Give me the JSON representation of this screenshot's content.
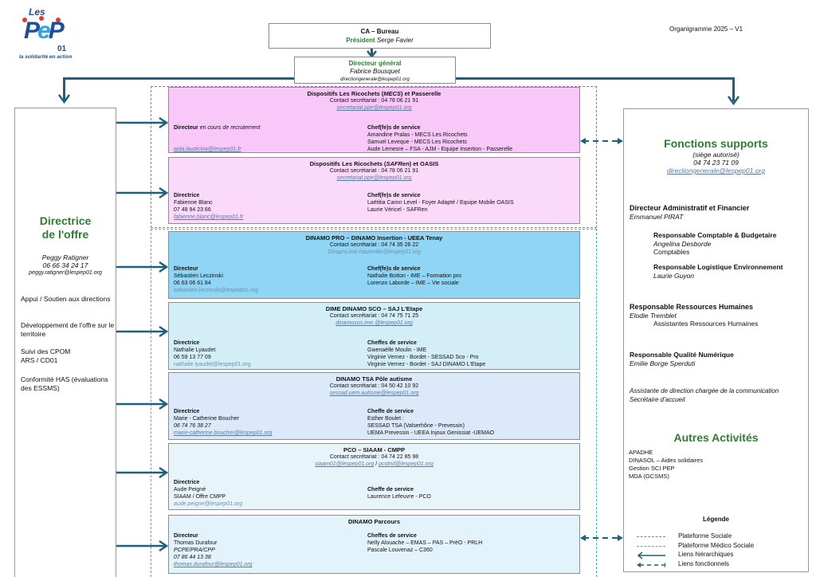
{
  "logo": {
    "top": "Les",
    "main": "PEP",
    "number": "01",
    "tagline": "la solidarité en action"
  },
  "version": "Organigramme 2025 – V1",
  "ca": {
    "title": "CA – Bureau",
    "president_label": "Président",
    "president_name": "Serge Favier"
  },
  "dg": {
    "title": "Directeur général",
    "name": "Fabrice Bousquet",
    "email": "directiongenerale@lespep01.org"
  },
  "left_panel": {
    "title_line1": "Directrice",
    "title_line2": "de l'offre",
    "name": "Peggy Ratigner",
    "phone": "06 66 34 24 17",
    "email": "peggy.ratigner@lespep01.org",
    "responsibilities": [
      "Appui / Soutien aux directions",
      "Développement de l'offre sur le territoire",
      "Suivi des CPOM\n ARS / CD01",
      "Conformité HAS (évaluations des ESSMS)"
    ]
  },
  "establishments": [
    {
      "title_pre": "Dispositifs Les Ricochets (",
      "title_em": "MECS",
      "title_post": ") et Passerelle",
      "contact": "Contact secrétariat : 04 78 06 21 91",
      "email": "secretariat.ppe@lespep01.org",
      "director_role": "Directeur",
      "director_note": "en cours de recrutement",
      "director_name": "",
      "director_extra": "",
      "director_phone": "",
      "director_email": "aida.laudicina@lespep01.fr",
      "chiefs_role": "Chef(fe)s de service",
      "chiefs": [
        "Amandine Pralas - MECS Les Ricochets",
        "Samuel Leveque - MECS Les Ricochets",
        "Aude Lemesre – FSA - AJM - Equipe Insertion - Passerelle"
      ]
    },
    {
      "title_pre": "Dispositifs Les Ricochets (",
      "title_em": "SAFRen",
      "title_post": ") et OASIS",
      "contact": "Contact secrétariat : 04 78 06 21 91",
      "email": "secretariat.ppe@lespep01.org",
      "director_role": "Directrice",
      "director_note": "",
      "director_name": "Fabienne Blanc",
      "director_extra": "",
      "director_phone": "07 48 94 23 66",
      "director_email": "fabienne.blanc@lespep01.fr",
      "chiefs_role": "Chef(fe)s de service",
      "chiefs": [
        "Laëtitia Caron Level - Foyer Adapté / Equipe Mobile OASIS",
        "Laurie Véricel - SAFRen"
      ]
    },
    {
      "title_pre": "DINAMO PRO – DINAMO Insertion - UEEA Tenay",
      "title_em": "",
      "title_post": "",
      "contact": "Contact secrétariat : 04 74 35 26 22",
      "email": "Dinapro.ime.hauteville@lespep01.org",
      "director_role": "Directeur",
      "director_note": "",
      "director_name": "Sébastien Leczinski",
      "director_extra": "",
      "director_phone": "06 63 06 61 84",
      "director_email": "sebastien.leczinski@lespep01.org",
      "chiefs_role": "Chef(fe)s de service",
      "chiefs": [
        "Nathalie Botton - IME – Formation pro",
        "Lorenzo Laborde – IME – Vie sociale"
      ]
    },
    {
      "title_pre": "DIME DINAMO SCO – SAJ L'Etape",
      "title_em": "",
      "title_post": "",
      "contact": "Contact secrétariat : 04 74 75 71 25",
      "email": "dinamosco.ime.@lespep01.org",
      "director_role": "Directrice",
      "director_note": "",
      "director_name": "Nathalie Lyaudet",
      "director_extra": "",
      "director_phone": "06 59 13 77 09",
      "director_email": "nathalie.lyaudet@lespep01.org",
      "chiefs_role": "Cheffes de service",
      "chiefs": [
        "Gwenaëlle Moulin - IME",
        "Virginie Vernez - Bordet - SESSAD Sco - Pro",
        "Virginie Vernez - Bordet - SAJ DINAMO L'Etape"
      ]
    },
    {
      "title_pre": "DINAMO TSA Pôle autisme",
      "title_em": "",
      "title_post": "",
      "contact": "Contact secrétariat : 04 50 42 10 92",
      "email": "sessad.uem.autisme@lespep01.org",
      "director_role": "Directrice",
      "director_note": "",
      "director_name": "Marie - Catherine Boucher",
      "director_extra": "",
      "director_phone": "06 74 76 38 27",
      "director_email": "marie-catherine.boucher@lespep01.org",
      "chiefs_role": "Cheffe de service",
      "chiefs": [
        "Esther Boulet :",
        "SESSAD TSA (Valserhône - Prevessin)",
        "UEMA Prevessin - UEEA Injoux Genissiat -UEMAO"
      ]
    },
    {
      "title_pre": "PCO – SIAAM - CMPP",
      "title_em": "",
      "title_post": "",
      "contact": "Contact secrétariat : 04 74 22 85 98",
      "email": "siaam01@lespep01.org",
      "email2": "pcotnd@lespep01.org",
      "director_role": "Directrice",
      "director_note": "",
      "director_name": "Aude Peigné",
      "director_extra": "SIAAM / Offre CMPP",
      "director_phone": "",
      "director_email": "aude.peigne@lespep01.org",
      "chiefs_role": "Cheffe de service",
      "chiefs": [
        "Laurence Lefeuvre - PCO"
      ]
    },
    {
      "title_pre": "DINAMO Parcours",
      "title_em": "",
      "title_post": "",
      "contact": "",
      "email": "",
      "director_role": "Directeur",
      "director_note": "",
      "director_name": "Thomas Durafour",
      "director_extra": "PCPE/PRA/CPP",
      "director_phone": "07 86 44 13 38",
      "director_email": "thomas.durafour@lespep01.org",
      "chiefs_role": "Cheffes de service",
      "chiefs": [
        "Nelly Alouache – EMAS – PAS – PréO - PRLH",
        "Pascale Louvenaz – C360"
      ]
    }
  ],
  "right_panel": {
    "title": "Fonctions supports",
    "subtitle": "(siège autorisé)",
    "phone": "04 74 23 71 09",
    "email": "directiongenerale@lespep01.org",
    "daf_title": "Directeur Administratif et Financier",
    "daf_name": "Emmanuel PIRAT",
    "rcb_title": "Responsable Comptable & Budgetaire",
    "rcb_name": "Angelina Desborde",
    "rcb_team": "Comptables",
    "rle_title": "Responsable Logistique Environnement",
    "rle_name": "Laurie Guyon",
    "rrh_title": "Responsable Ressources Humaines",
    "rrh_name": "Elodie Tremblet",
    "rrh_team": "Assistantes Ressources Humaines",
    "rqn_title": "Responsable Qualité Numérique",
    "rqn_name": "Emilie Borge Sperduti",
    "assistant1": "Assistante de direction chargée de la communication",
    "assistant2": "Secrétaire d'accueil",
    "other_title": "Autres Activités",
    "other_items": [
      "APADHE",
      "DINASOL – Aides solidaires",
      "Gestion SCI PEP",
      "MDA (GCSMS)"
    ]
  },
  "legend": {
    "title": "Légende",
    "items": [
      {
        "label": "Plateforme Sociale",
        "style": "dotted",
        "color": "#9c6fb0"
      },
      {
        "label": "Plateforme Médico Sociale",
        "style": "dotted",
        "color": "#3fb0d8"
      },
      {
        "label": "Liens hiérarchiques",
        "style": "arrow",
        "color": "#1f5f7f"
      },
      {
        "label": "Liens fonctionnels",
        "style": "dashed-double-arrow",
        "color": "#1f5f7f"
      }
    ]
  },
  "colors": {
    "accent_green": "#2e7d32",
    "connector": "#1f5f7f",
    "social_box_1": "#f8c8f8",
    "social_box_2": "#fbd9fb",
    "medico_box_dinamo_pro": "#8fd5f5",
    "medico_box_light": "#d4eef8"
  }
}
